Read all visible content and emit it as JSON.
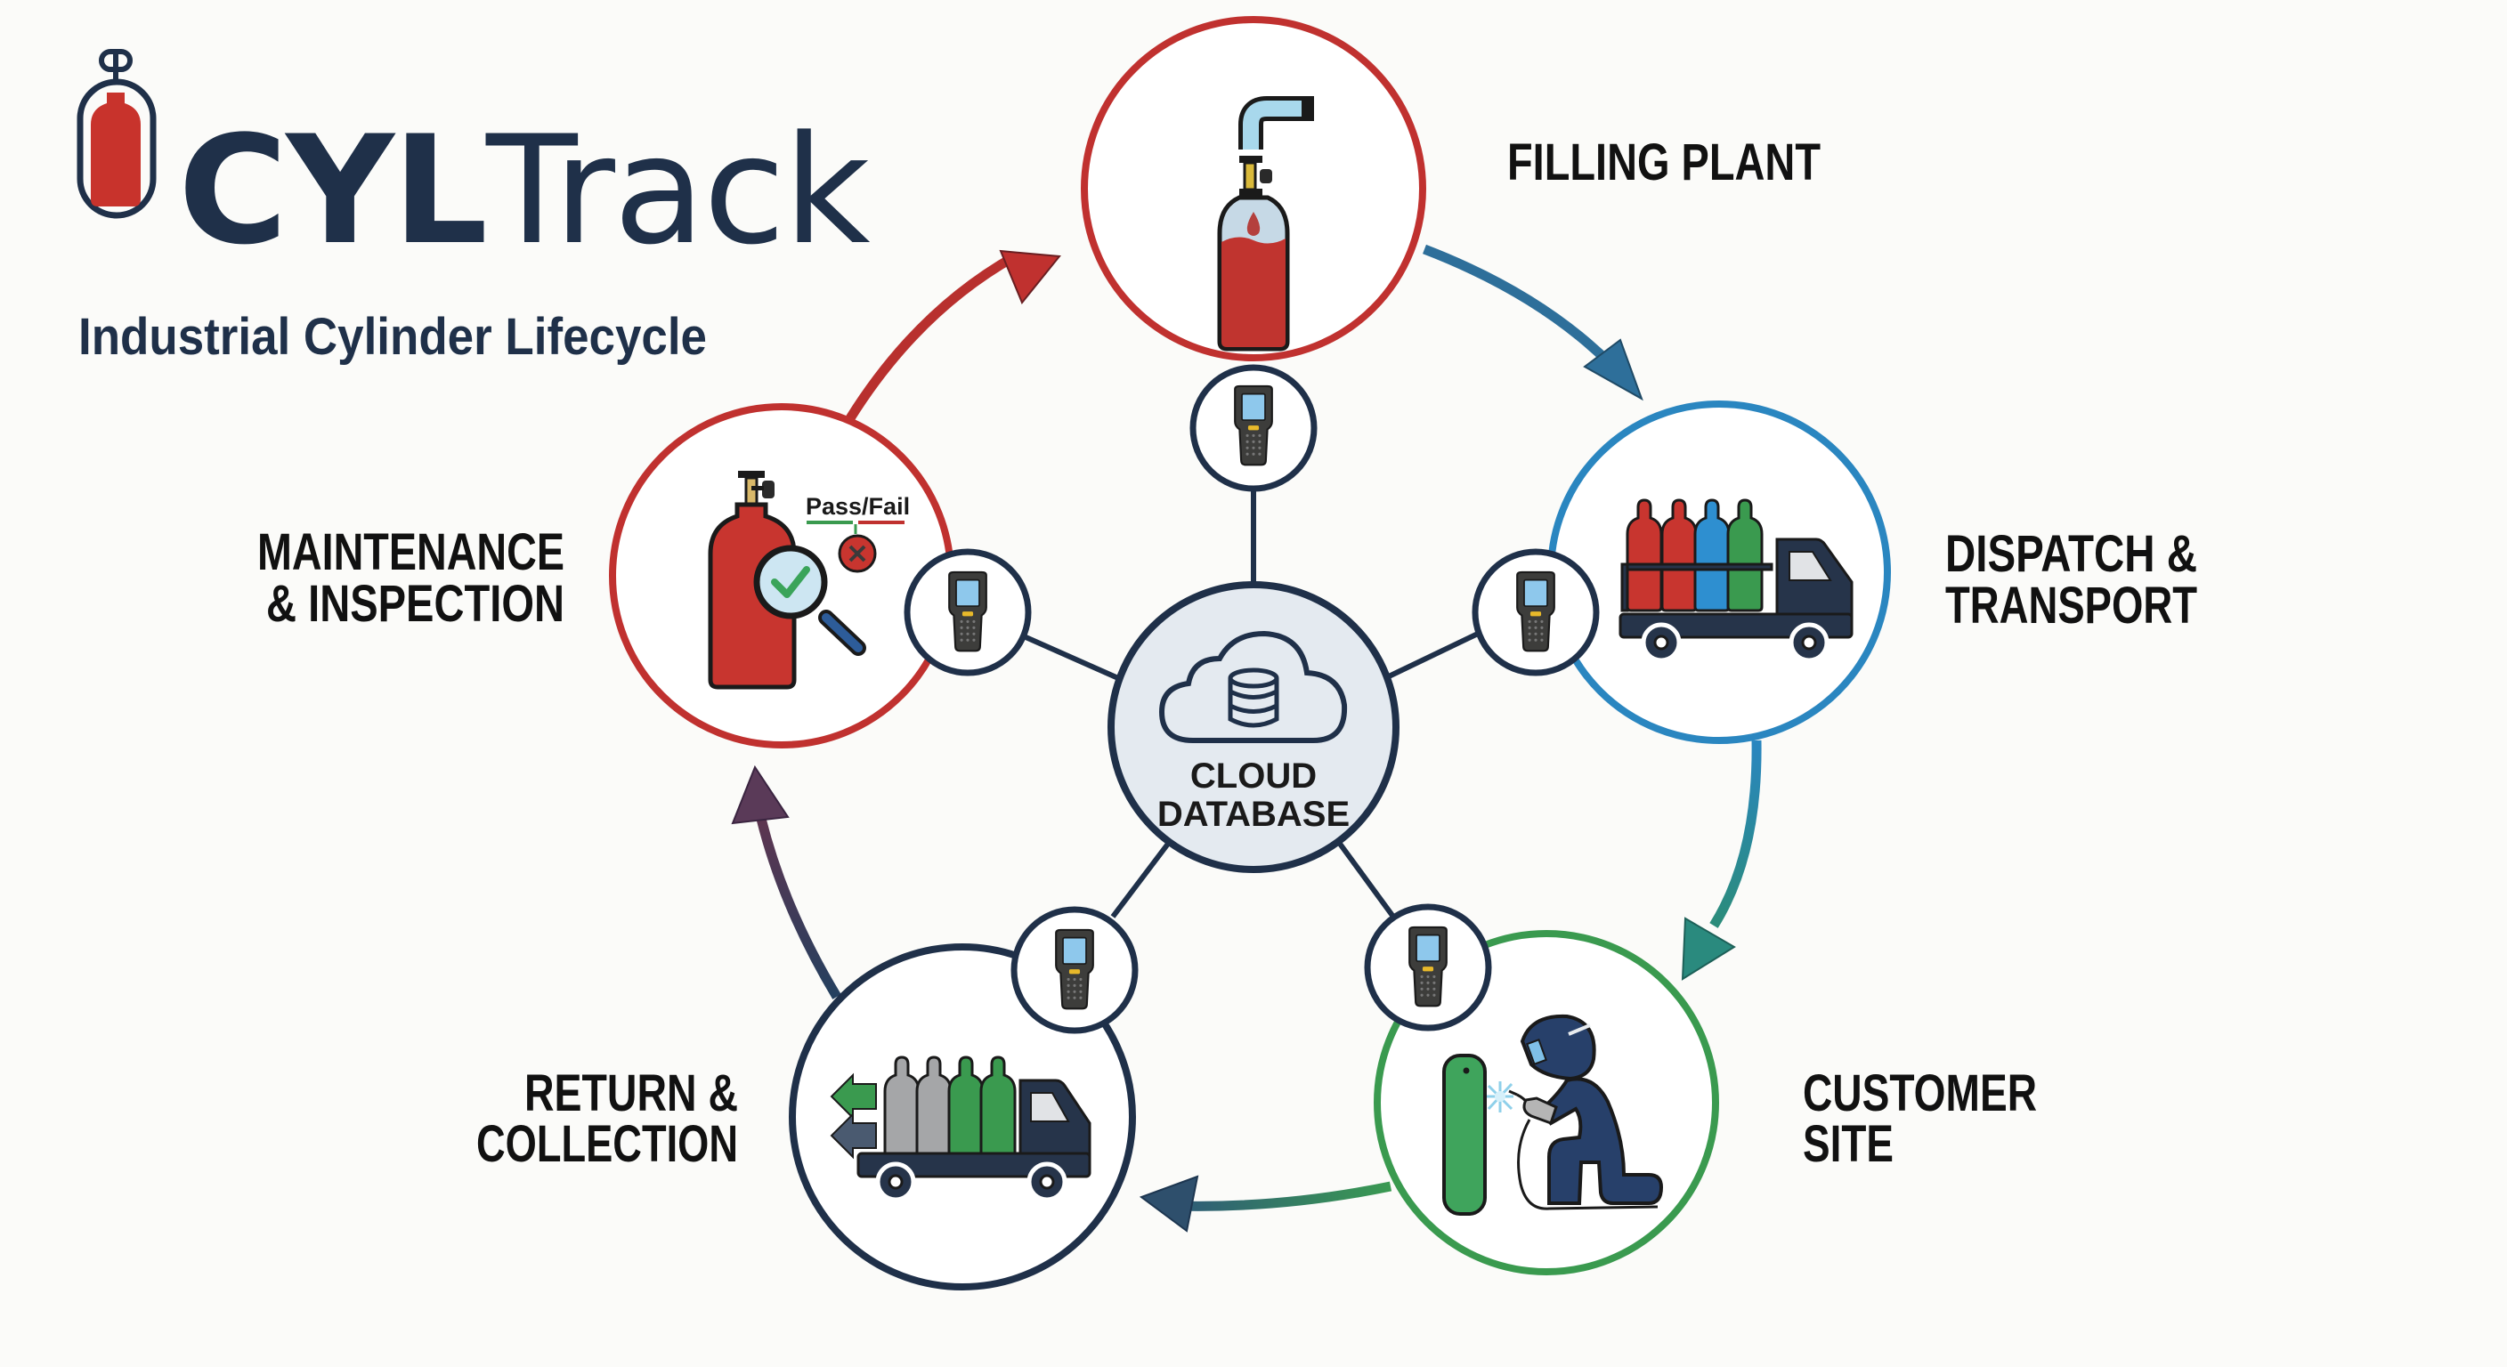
{
  "brand": {
    "name_bold": "CYL",
    "name_light": "Track",
    "subtitle": "Industrial Cylinder Lifecycle",
    "logo_icon": "gas-cylinder-icon"
  },
  "colors": {
    "background": "#fbfbf9",
    "navy": "#1f3049",
    "red": "#c0312f",
    "blue": "#2a86c0",
    "teal": "#2a8a84",
    "green": "#3a9a4f",
    "slate": "#3a5a78",
    "plum": "#5a3a58",
    "center_fill": "#e4eaf0"
  },
  "center": {
    "line1": "CLOUD",
    "line2": "DATABASE",
    "icon": "cloud-database-icon"
  },
  "stages": [
    {
      "id": "filling-plant",
      "lines": [
        "FILLING PLANT"
      ],
      "icon": "cylinder-filling-icon",
      "ring_color": "#c0312f",
      "scanner_icon": "handheld-scanner-icon"
    },
    {
      "id": "dispatch-transport",
      "lines": [
        "DISPATCH &",
        "TRANSPORT"
      ],
      "icon": "delivery-truck-icon",
      "ring_color": "#2a86c0",
      "scanner_icon": "handheld-scanner-icon"
    },
    {
      "id": "customer-site",
      "lines": [
        "CUSTOMER",
        "SITE"
      ],
      "icon": "welder-icon",
      "ring_color": "#3a9a4f",
      "scanner_icon": "handheld-scanner-icon"
    },
    {
      "id": "return-collection",
      "lines": [
        "RETURN &",
        "COLLECTION"
      ],
      "icon": "return-truck-icon",
      "ring_color": "#1f3049",
      "scanner_icon": "handheld-scanner-icon"
    },
    {
      "id": "maintenance-inspection",
      "lines": [
        "MAINTENANCE",
        "& INSPECTION"
      ],
      "icon": "inspection-icon",
      "ring_color": "#c0312f",
      "scanner_icon": "handheld-scanner-icon"
    }
  ],
  "inspection": {
    "pass_fail_label": "Pass/Fail"
  },
  "flow": [
    {
      "from": "filling-plant",
      "to": "dispatch-transport"
    },
    {
      "from": "dispatch-transport",
      "to": "customer-site"
    },
    {
      "from": "customer-site",
      "to": "return-collection"
    },
    {
      "from": "return-collection",
      "to": "maintenance-inspection"
    },
    {
      "from": "maintenance-inspection",
      "to": "filling-plant"
    }
  ]
}
